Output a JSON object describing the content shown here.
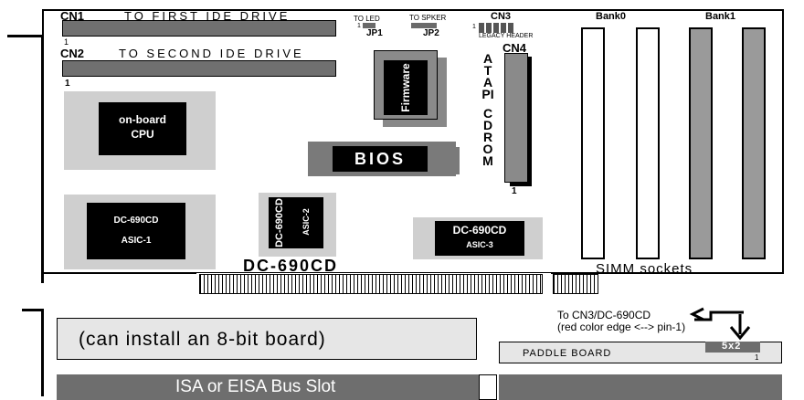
{
  "connectors": {
    "cn1": "CN1",
    "cn1_desc": "TO FIRST IDE DRIVE",
    "cn2": "CN2",
    "cn2_desc": "TO SECOND IDE DRIVE",
    "pin1_cn1": "1",
    "pin1_cn2": "1",
    "to_led": "TO LED",
    "jp1": "JP1",
    "jp1_pin": "1",
    "to_spker": "TO SPKER",
    "jp2": "JP2",
    "cn3": "CN3",
    "cn3_pin": "1",
    "legacy_header": "LEGACY HEADER",
    "cn4": "CN4",
    "cn4_pin": "1",
    "atapi": "ATAPI",
    "cdrom": "CDROM"
  },
  "chips": {
    "cpu_line1": "on-board",
    "cpu_line2": "CPU",
    "firmware": "Firmware",
    "bios": "BIOS",
    "asic1_line1": "DC-690CD",
    "asic1_line2": "ASIC-1",
    "asic2_line1": "DC-690CD",
    "asic2_line2": "ASIC-2",
    "asic3_line1": "DC-690CD",
    "asic3_line2": "ASIC-3"
  },
  "board": {
    "name": "DC-690CD",
    "simm_label": "SIMM sockets",
    "bank0": "Bank0",
    "bank1": "Bank1"
  },
  "lower": {
    "eight_bit": "(can install an 8-bit board)",
    "bus_slot": "ISA or EISA Bus Slot",
    "to_cn3_line1": "To CN3/DC-690CD",
    "to_cn3_line2": "(red color edge <--> pin-1)",
    "paddle_board": "PADDLE BOARD",
    "paddle_connector": "5x2",
    "paddle_pin": "1"
  }
}
